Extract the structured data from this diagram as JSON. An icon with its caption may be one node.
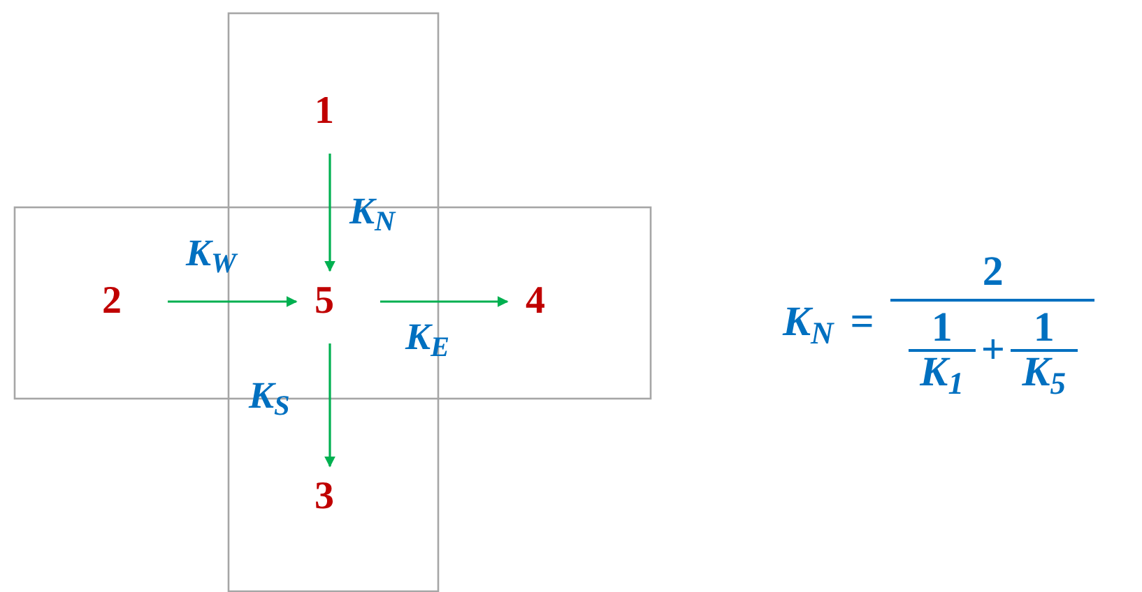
{
  "diagram": {
    "nodes": [
      {
        "text": [
          "1"
        ]
      },
      {
        "text": [
          "2"
        ]
      },
      {
        "text": [
          "5"
        ]
      },
      {
        "text": [
          "4"
        ]
      },
      {
        "text": [
          "3"
        ]
      }
    ],
    "edges": [
      {
        "from": 0,
        "to": 2,
        "arrow": "to",
        "label": "K$_{N}$"
      },
      {
        "from": 1,
        "to": 2,
        "arrow": "to",
        "label": "K$_{W}$"
      },
      {
        "from": 2,
        "to": 3,
        "arrow": "to",
        "label": "K$_{E}$"
      },
      {
        "from": 2,
        "to": 4,
        "arrow": "to",
        "label": "K$_{S}$"
      }
    ],
    "labels": [
      "K$_{N}$",
      "=",
      "2",
      "1",
      "K$_{1}$",
      "+",
      "1",
      "K$_{5}$"
    ]
  }
}
